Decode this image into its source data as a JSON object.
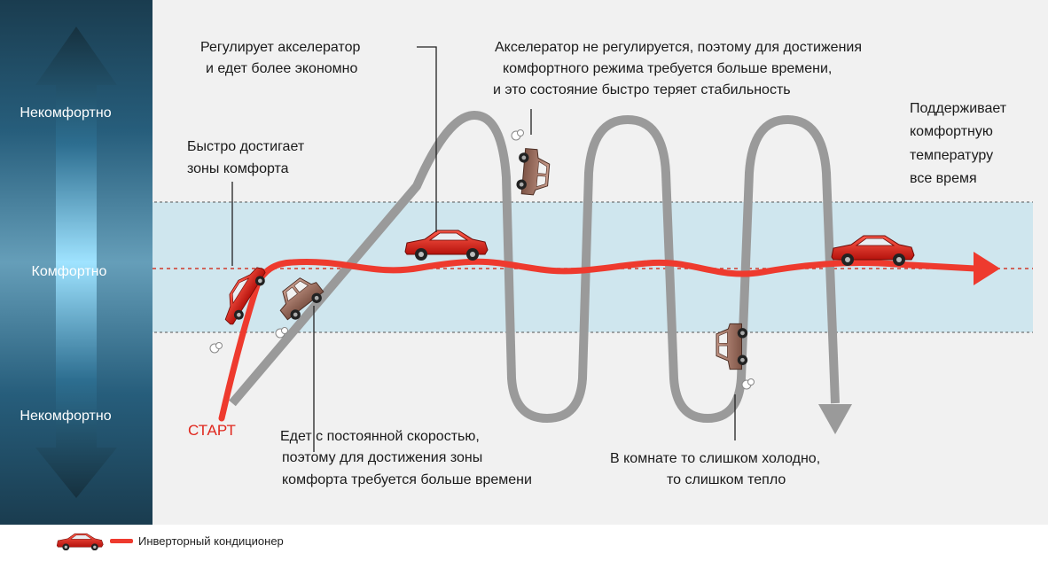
{
  "scale": {
    "top_label": "Некомфортно",
    "middle_label": "Комфортно",
    "bottom_label": "Некомфортно"
  },
  "annotations": {
    "throttle_1": "Регулирует акселератор",
    "throttle_2": "и едет более экономно",
    "fast_1": "Быстро достигает",
    "fast_2": "зоны комфорта",
    "noreg_1": "Акселератор не регулируется, поэтому для достижения",
    "noreg_2": "комфортного режима требуется больше времени,",
    "noreg_3": "и это состояние быстро теряет стабильность",
    "maintain_1": "Поддерживает",
    "maintain_2": "комфортную",
    "maintain_3": "температуру",
    "maintain_4": "все время",
    "start": "СТАРТ",
    "const_1": "Едет с постоянной скоростью,",
    "const_2": "поэтому для достижения зоны",
    "const_3": "комфорта требуется больше времени",
    "room_1": "В комнате то слишком холодно,",
    "room_2": "то слишком тепло"
  },
  "legend": {
    "inverter_label": "Инверторный кондиционер"
  },
  "colors": {
    "inverter_line": "#ee3a2e",
    "conventional_line": "#9a9a9a",
    "comfort_band": "#cfe6ee",
    "background": "#f1f1f1",
    "scale_panel": "#1f4a63"
  }
}
